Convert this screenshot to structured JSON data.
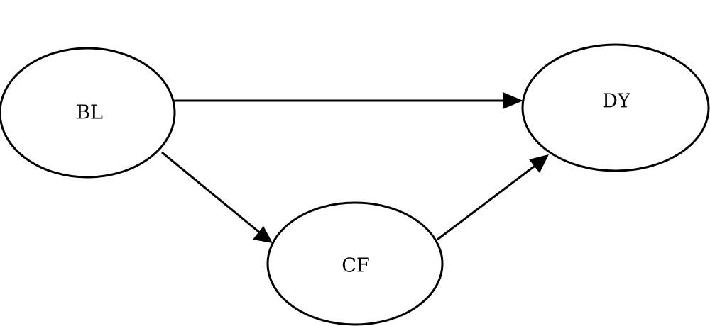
{
  "diagram": {
    "nodes": {
      "bl": {
        "label": "BL"
      },
      "cf": {
        "label": "CF"
      },
      "dy": {
        "label": "DY"
      }
    },
    "edges": [
      {
        "from": "BL",
        "to": "DY"
      },
      {
        "from": "BL",
        "to": "CF"
      },
      {
        "from": "CF",
        "to": "DY"
      }
    ]
  }
}
